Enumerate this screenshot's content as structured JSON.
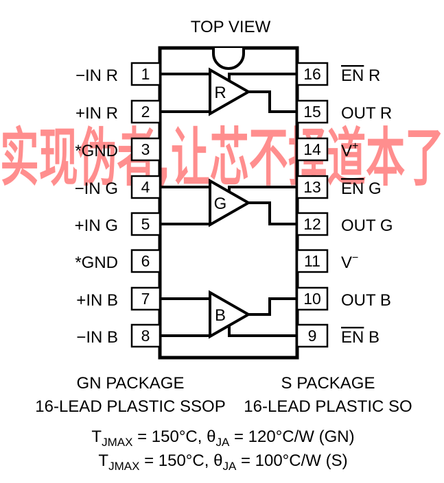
{
  "title": "TOP VIEW",
  "watermark": "实现伪者,让芯不择道本了",
  "left_pins": [
    {
      "num": "1",
      "label": "−IN R"
    },
    {
      "num": "2",
      "label": "+IN R"
    },
    {
      "num": "3",
      "label": "*GND"
    },
    {
      "num": "4",
      "label": "−IN G"
    },
    {
      "num": "5",
      "label": "+IN G"
    },
    {
      "num": "6",
      "label": "*GND"
    },
    {
      "num": "7",
      "label": "+IN B"
    },
    {
      "num": "8",
      "label": "−IN B"
    }
  ],
  "right_pins": [
    {
      "num": "16",
      "label": "EN R",
      "overline": "EN",
      "suffix": " R"
    },
    {
      "num": "15",
      "label": "OUT R"
    },
    {
      "num": "14",
      "label": "V+",
      "base": "V",
      "sup": "+"
    },
    {
      "num": "13",
      "label": "EN G",
      "overline": "EN",
      "suffix": " G"
    },
    {
      "num": "12",
      "label": "OUT G"
    },
    {
      "num": "11",
      "label": "V−",
      "base": "V",
      "sup": "−"
    },
    {
      "num": "10",
      "label": "OUT B"
    },
    {
      "num": "9",
      "label": "EN B",
      "overline": "EN",
      "suffix": " B"
    }
  ],
  "amplifiers": [
    "R",
    "G",
    "B"
  ],
  "packages": {
    "gn": {
      "line1": "GN PACKAGE",
      "line2": "16-LEAD PLASTIC SSOP"
    },
    "s": {
      "line1": "S PACKAGE",
      "line2": "16-LEAD PLASTIC SO"
    }
  },
  "thermal": [
    {
      "t": "T",
      "t_sub": "JMAX",
      "mid": " = 150°C, ",
      "theta": "θ",
      "theta_sub": "JA",
      "rest": " = 120°C/W (GN)"
    },
    {
      "t": "T",
      "t_sub": "JMAX",
      "mid": " = 150°C, ",
      "theta": "θ",
      "theta_sub": "JA",
      "rest": " = 100°C/W (S)"
    }
  ]
}
